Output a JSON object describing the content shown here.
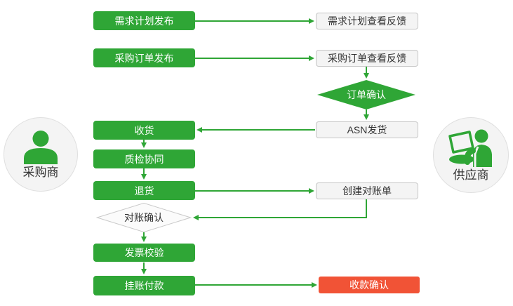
{
  "colors": {
    "green": "#2FA636",
    "red": "#F15336",
    "white_box_bg": "#F4F4F4",
    "white_box_border": "#C6C6C6",
    "dark_text": "#333333",
    "white_text": "#FFFFFF",
    "circle_bg": "#F4F4F4"
  },
  "actors": {
    "buyer": {
      "label": "采购商"
    },
    "supplier": {
      "label": "供应商"
    }
  },
  "nodes": {
    "demand_publish": {
      "label": "需求计划发布",
      "type": "process-buyer"
    },
    "demand_feedback": {
      "label": "需求计划查看反馈",
      "type": "process-supplier"
    },
    "po_publish": {
      "label": "采购订单发布",
      "type": "process-buyer"
    },
    "po_feedback": {
      "label": "采购订单查看反馈",
      "type": "process-supplier"
    },
    "order_confirm": {
      "label": "订单确认",
      "type": "decision-supplier"
    },
    "asn_ship": {
      "label": "ASN发货",
      "type": "process-supplier"
    },
    "receive": {
      "label": "收货",
      "type": "process-buyer"
    },
    "quality_check": {
      "label": "质检协同",
      "type": "process-buyer"
    },
    "return_goods": {
      "label": "退货",
      "type": "process-buyer"
    },
    "create_statement": {
      "label": "创建对账单",
      "type": "process-supplier"
    },
    "recon_confirm": {
      "label": "对账确认",
      "type": "decision-buyer"
    },
    "invoice_verify": {
      "label": "发票校验",
      "type": "process-buyer"
    },
    "payment": {
      "label": "挂账付款",
      "type": "process-buyer"
    },
    "receipt_confirm": {
      "label": "收款确认",
      "type": "process-highlight"
    }
  },
  "edges": [
    {
      "from": "demand_publish",
      "to": "demand_feedback"
    },
    {
      "from": "po_publish",
      "to": "po_feedback"
    },
    {
      "from": "po_feedback",
      "to": "order_confirm"
    },
    {
      "from": "order_confirm",
      "to": "asn_ship"
    },
    {
      "from": "asn_ship",
      "to": "receive"
    },
    {
      "from": "receive",
      "to": "quality_check"
    },
    {
      "from": "quality_check",
      "to": "return_goods"
    },
    {
      "from": "return_goods",
      "to": "create_statement"
    },
    {
      "from": "create_statement",
      "to": "recon_confirm"
    },
    {
      "from": "recon_confirm",
      "to": "invoice_verify"
    },
    {
      "from": "invoice_verify",
      "to": "payment"
    },
    {
      "from": "payment",
      "to": "receipt_confirm"
    }
  ]
}
